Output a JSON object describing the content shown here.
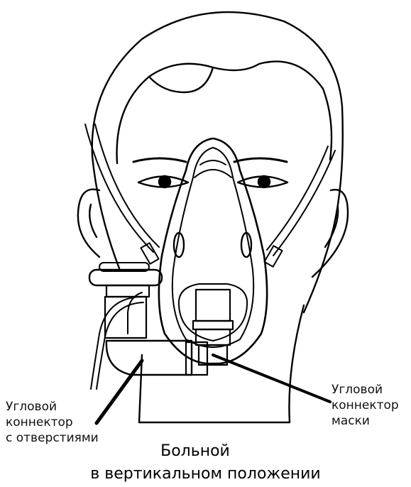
{
  "figure": {
    "callouts": {
      "left": [
        "Угловой",
        "коннектор",
        "с отверстиями"
      ],
      "right": [
        "Угловой",
        "коннектор",
        "маски"
      ]
    },
    "caption": {
      "line1": "Больной",
      "line2": "в вертикальном положении"
    }
  },
  "colors": {
    "line": "#000000",
    "background": "#ffffff"
  }
}
